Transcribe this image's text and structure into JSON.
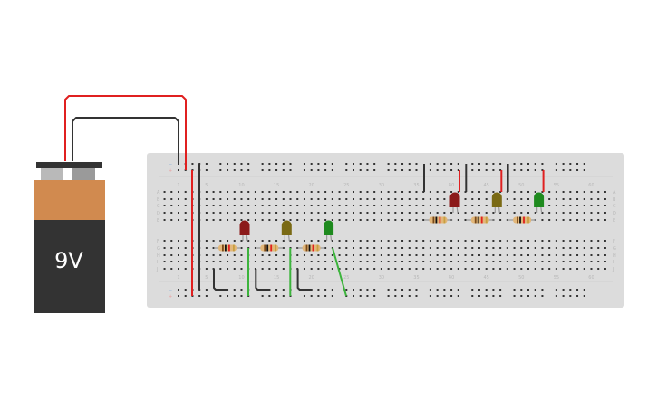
{
  "battery": {
    "label": "9V",
    "colors": {
      "top": "#d18a4f",
      "body": "#333333"
    }
  },
  "breadboard": {
    "column_labels": [
      "1",
      "5",
      "10",
      "15",
      "20",
      "25",
      "30",
      "35",
      "40",
      "45",
      "50",
      "55",
      "60"
    ],
    "row_labels_top": [
      "A",
      "B",
      "C",
      "D",
      "E"
    ],
    "row_labels_bottom": [
      "F",
      "G",
      "H",
      "I",
      "J"
    ],
    "rail_minus": "−",
    "rail_plus": "+"
  },
  "leds": [
    {
      "color": "#8b1a1a"
    },
    {
      "color": "#7a6a14"
    },
    {
      "color": "#1e8a1e"
    },
    {
      "color": "#8b1a1a"
    },
    {
      "color": "#7a6a14"
    },
    {
      "color": "#1e8a1e"
    }
  ],
  "wire_colors": {
    "power": "#e02020",
    "ground": "#333333",
    "signal": "#3cb43c"
  }
}
